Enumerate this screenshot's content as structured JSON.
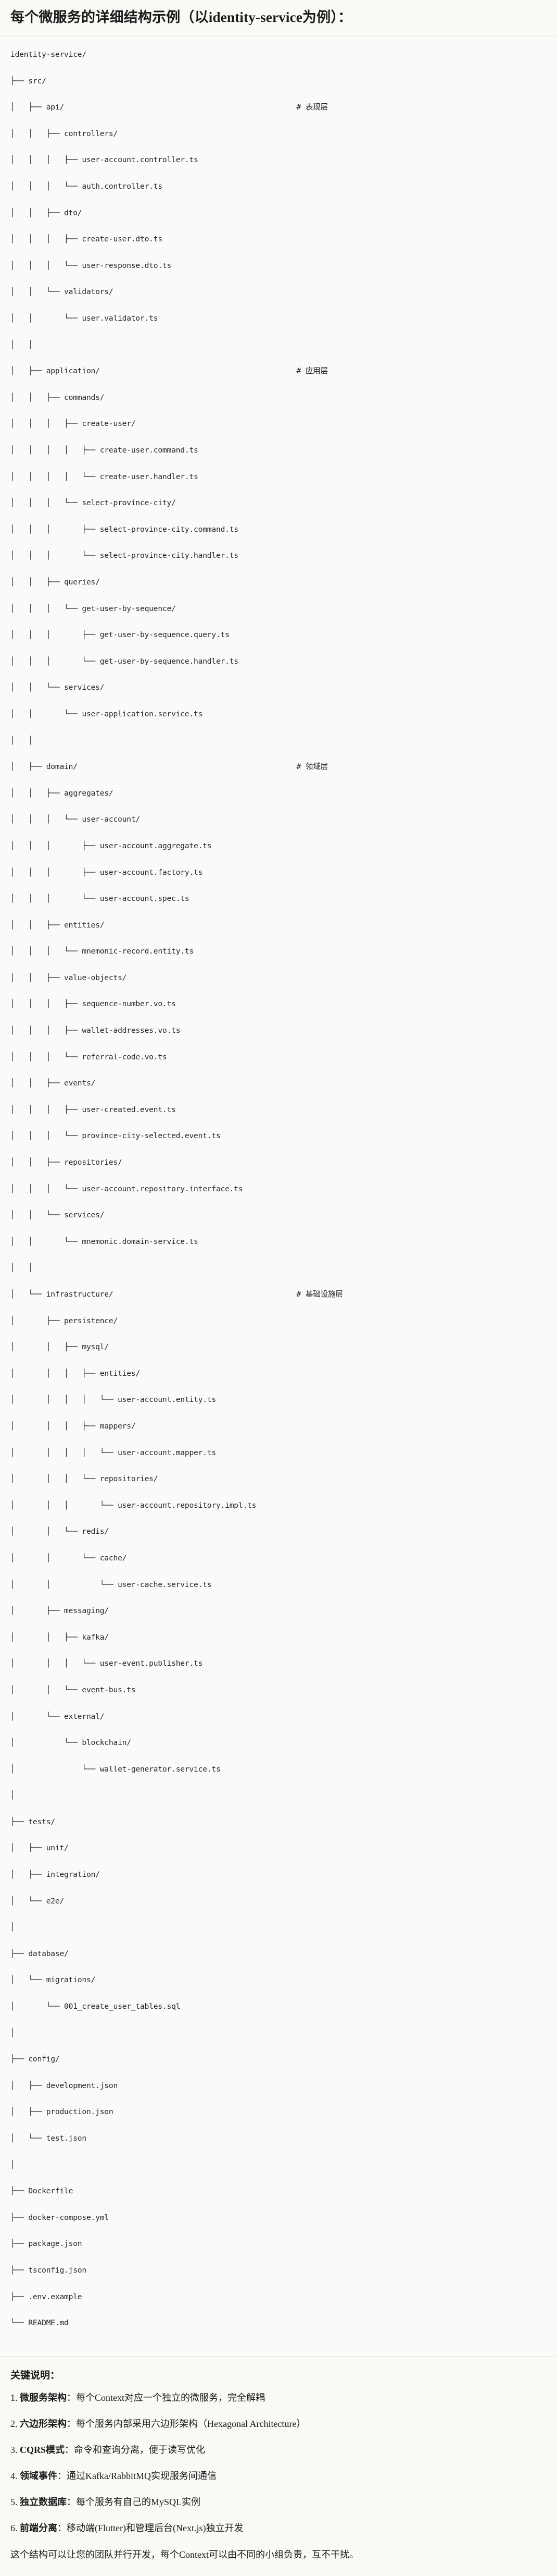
{
  "header": {
    "title": "每个微服务的详细结构示例（以identity-service为例）："
  },
  "tree": {
    "lines": [
      {
        "path": "identity-service/",
        "comment": ""
      },
      {
        "path": "├── src/",
        "comment": ""
      },
      {
        "path": "│   ├── api/",
        "comment": "# 表现层"
      },
      {
        "path": "│   │   ├── controllers/",
        "comment": ""
      },
      {
        "path": "│   │   │   ├── user-account.controller.ts",
        "comment": ""
      },
      {
        "path": "│   │   │   └── auth.controller.ts",
        "comment": ""
      },
      {
        "path": "│   │   ├── dto/",
        "comment": ""
      },
      {
        "path": "│   │   │   ├── create-user.dto.ts",
        "comment": ""
      },
      {
        "path": "│   │   │   └── user-response.dto.ts",
        "comment": ""
      },
      {
        "path": "│   │   └── validators/",
        "comment": ""
      },
      {
        "path": "│   │       └── user.validator.ts",
        "comment": ""
      },
      {
        "path": "│   │",
        "comment": ""
      },
      {
        "path": "│   ├── application/",
        "comment": "# 应用层"
      },
      {
        "path": "│   │   ├── commands/",
        "comment": ""
      },
      {
        "path": "│   │   │   ├── create-user/",
        "comment": ""
      },
      {
        "path": "│   │   │   │   ├── create-user.command.ts",
        "comment": ""
      },
      {
        "path": "│   │   │   │   └── create-user.handler.ts",
        "comment": ""
      },
      {
        "path": "│   │   │   └── select-province-city/",
        "comment": ""
      },
      {
        "path": "│   │   │       ├── select-province-city.command.ts",
        "comment": ""
      },
      {
        "path": "│   │   │       └── select-province-city.handler.ts",
        "comment": ""
      },
      {
        "path": "│   │   ├── queries/",
        "comment": ""
      },
      {
        "path": "│   │   │   └── get-user-by-sequence/",
        "comment": ""
      },
      {
        "path": "│   │   │       ├── get-user-by-sequence.query.ts",
        "comment": ""
      },
      {
        "path": "│   │   │       └── get-user-by-sequence.handler.ts",
        "comment": ""
      },
      {
        "path": "│   │   └── services/",
        "comment": ""
      },
      {
        "path": "│   │       └── user-application.service.ts",
        "comment": ""
      },
      {
        "path": "│   │",
        "comment": ""
      },
      {
        "path": "│   ├── domain/",
        "comment": "# 领域层"
      },
      {
        "path": "│   │   ├── aggregates/",
        "comment": ""
      },
      {
        "path": "│   │   │   └── user-account/",
        "comment": ""
      },
      {
        "path": "│   │   │       ├── user-account.aggregate.ts",
        "comment": ""
      },
      {
        "path": "│   │   │       ├── user-account.factory.ts",
        "comment": ""
      },
      {
        "path": "│   │   │       └── user-account.spec.ts",
        "comment": ""
      },
      {
        "path": "│   │   ├── entities/",
        "comment": ""
      },
      {
        "path": "│   │   │   └── mnemonic-record.entity.ts",
        "comment": ""
      },
      {
        "path": "│   │   ├── value-objects/",
        "comment": ""
      },
      {
        "path": "│   │   │   ├── sequence-number.vo.ts",
        "comment": ""
      },
      {
        "path": "│   │   │   ├── wallet-addresses.vo.ts",
        "comment": ""
      },
      {
        "path": "│   │   │   └── referral-code.vo.ts",
        "comment": ""
      },
      {
        "path": "│   │   ├── events/",
        "comment": ""
      },
      {
        "path": "│   │   │   ├── user-created.event.ts",
        "comment": ""
      },
      {
        "path": "│   │   │   └── province-city-selected.event.ts",
        "comment": ""
      },
      {
        "path": "│   │   ├── repositories/",
        "comment": ""
      },
      {
        "path": "│   │   │   └── user-account.repository.interface.ts",
        "comment": ""
      },
      {
        "path": "│   │   └── services/",
        "comment": ""
      },
      {
        "path": "│   │       └── mnemonic.domain-service.ts",
        "comment": ""
      },
      {
        "path": "│   │",
        "comment": ""
      },
      {
        "path": "│   └── infrastructure/",
        "comment": "# 基础设施层"
      },
      {
        "path": "│       ├── persistence/",
        "comment": ""
      },
      {
        "path": "│       │   ├── mysql/",
        "comment": ""
      },
      {
        "path": "│       │   │   ├── entities/",
        "comment": ""
      },
      {
        "path": "│       │   │   │   └── user-account.entity.ts",
        "comment": ""
      },
      {
        "path": "│       │   │   ├── mappers/",
        "comment": ""
      },
      {
        "path": "│       │   │   │   └── user-account.mapper.ts",
        "comment": ""
      },
      {
        "path": "│       │   │   └── repositories/",
        "comment": ""
      },
      {
        "path": "│       │   │       └── user-account.repository.impl.ts",
        "comment": ""
      },
      {
        "path": "│       │   └── redis/",
        "comment": ""
      },
      {
        "path": "│       │       └── cache/",
        "comment": ""
      },
      {
        "path": "│       │           └── user-cache.service.ts",
        "comment": ""
      },
      {
        "path": "│       ├── messaging/",
        "comment": ""
      },
      {
        "path": "│       │   ├── kafka/",
        "comment": ""
      },
      {
        "path": "│       │   │   └── user-event.publisher.ts",
        "comment": ""
      },
      {
        "path": "│       │   └── event-bus.ts",
        "comment": ""
      },
      {
        "path": "│       └── external/",
        "comment": ""
      },
      {
        "path": "│           └── blockchain/",
        "comment": ""
      },
      {
        "path": "│               └── wallet-generator.service.ts",
        "comment": ""
      },
      {
        "path": "│",
        "comment": ""
      },
      {
        "path": "├── tests/",
        "comment": ""
      },
      {
        "path": "│   ├── unit/",
        "comment": ""
      },
      {
        "path": "│   ├── integration/",
        "comment": ""
      },
      {
        "path": "│   └── e2e/",
        "comment": ""
      },
      {
        "path": "│",
        "comment": ""
      },
      {
        "path": "├── database/",
        "comment": ""
      },
      {
        "path": "│   └── migrations/",
        "comment": ""
      },
      {
        "path": "│       └── 001_create_user_tables.sql",
        "comment": ""
      },
      {
        "path": "│",
        "comment": ""
      },
      {
        "path": "├── config/",
        "comment": ""
      },
      {
        "path": "│   ├── development.json",
        "comment": ""
      },
      {
        "path": "│   ├── production.json",
        "comment": ""
      },
      {
        "path": "│   └── test.json",
        "comment": ""
      },
      {
        "path": "│",
        "comment": ""
      },
      {
        "path": "├── Dockerfile",
        "comment": ""
      },
      {
        "path": "├── docker-compose.yml",
        "comment": ""
      },
      {
        "path": "├── package.json",
        "comment": ""
      },
      {
        "path": "├── tsconfig.json",
        "comment": ""
      },
      {
        "path": "├── .env.example",
        "comment": ""
      },
      {
        "path": "└── README.md",
        "comment": ""
      }
    ]
  },
  "notes": {
    "title": "关键说明：",
    "items": [
      {
        "num": "1. ",
        "term": "微服务架构",
        "text": "：每个Context对应一个独立的微服务，完全解耦"
      },
      {
        "num": "2. ",
        "term": "六边形架构",
        "text": "：每个服务内部采用六边形架构（Hexagonal Architecture）"
      },
      {
        "num": "3. ",
        "term": "CQRS模式",
        "text": "：命令和查询分离，便于读写优化"
      },
      {
        "num": "4. ",
        "term": "领域事件",
        "text": "：通过Kafka/RabbitMQ实现服务间通信"
      },
      {
        "num": "5. ",
        "term": "独立数据库",
        "text": "：每个服务有自己的MySQL实例"
      },
      {
        "num": "6. ",
        "term": "前端分离",
        "text": "：移动端(Flutter)和管理后台(Next.js)独立开发"
      }
    ],
    "closing": "这个结构可以让您的团队并行开发，每个Context可以由不同的小组负责，互不干扰。"
  },
  "layout": {
    "comment_column": 64
  }
}
